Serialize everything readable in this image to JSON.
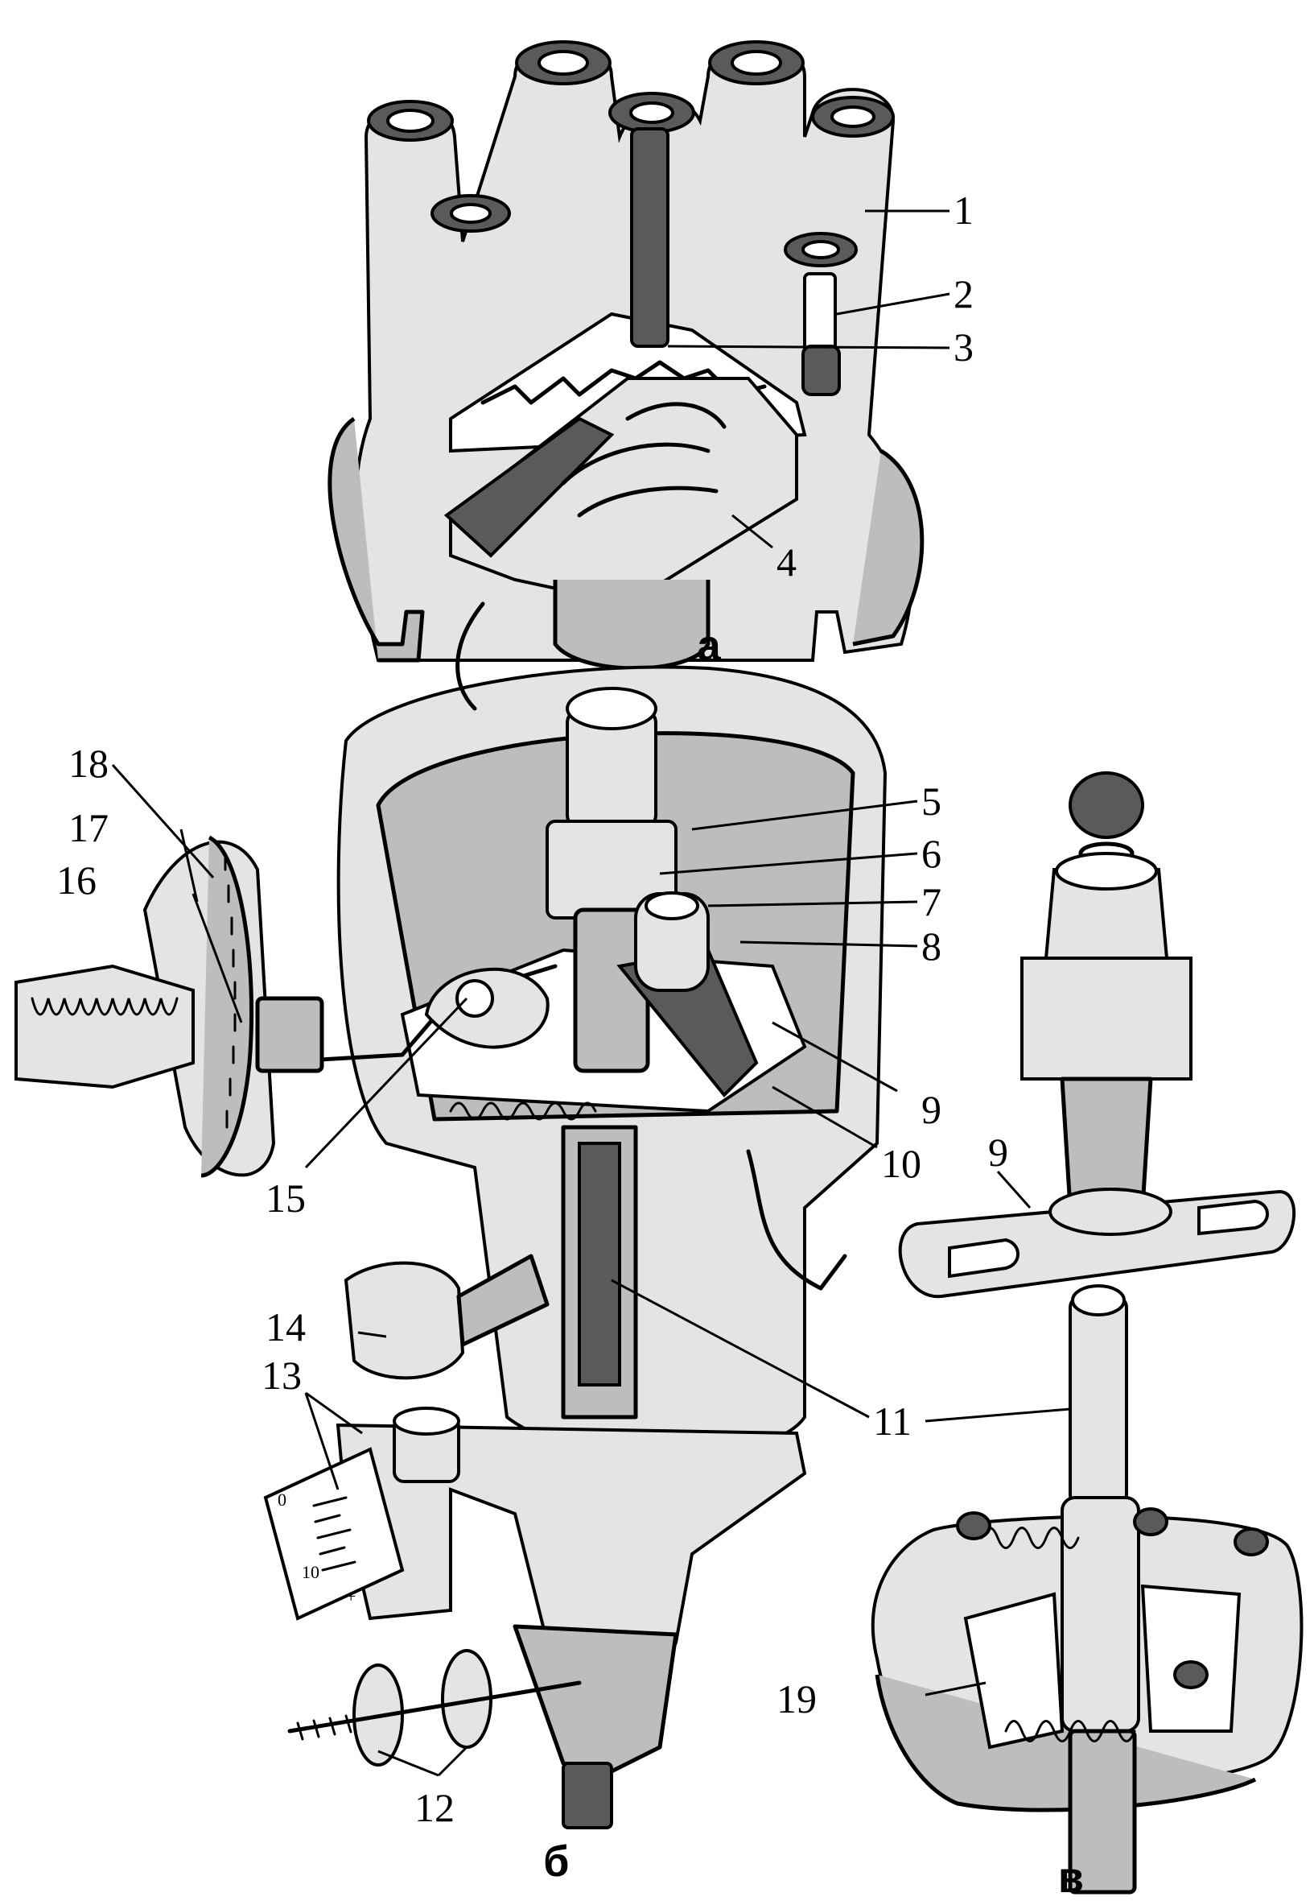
{
  "callouts": [
    {
      "id": "1",
      "text": "1"
    },
    {
      "id": "2",
      "text": "2"
    },
    {
      "id": "3",
      "text": "3"
    },
    {
      "id": "4",
      "text": "4"
    },
    {
      "id": "5",
      "text": "5"
    },
    {
      "id": "6",
      "text": "6"
    },
    {
      "id": "7",
      "text": "7"
    },
    {
      "id": "8",
      "text": "8"
    },
    {
      "id": "9",
      "text": "9"
    },
    {
      "id": "9b",
      "text": "9"
    },
    {
      "id": "10",
      "text": "10"
    },
    {
      "id": "11",
      "text": "11"
    },
    {
      "id": "12",
      "text": "12"
    },
    {
      "id": "13",
      "text": "13"
    },
    {
      "id": "14",
      "text": "14"
    },
    {
      "id": "15",
      "text": "15"
    },
    {
      "id": "16",
      "text": "16"
    },
    {
      "id": "17",
      "text": "17"
    },
    {
      "id": "18",
      "text": "18"
    },
    {
      "id": "19",
      "text": "19"
    }
  ],
  "subfigures": {
    "a": "а",
    "b": "б",
    "v": "в"
  },
  "scale": {
    "ticks": [
      "0",
      "10",
      "+"
    ]
  }
}
